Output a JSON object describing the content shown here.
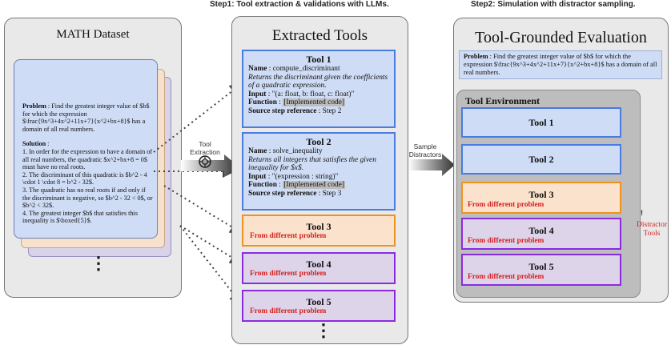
{
  "steps": {
    "step1": "Step1:  Tool extraction & validations with LLMs.",
    "step2": "Step2:  Simulation with distractor sampling."
  },
  "math_panel": {
    "title": "MATH Dataset",
    "problem_label": "Problem",
    "problem_text": " : Find the greatest integer value of $b$ for which the expression $\\frac{9x^3+4x^2+11x+7}{x^2+bx+8}$ has a domain of all real numbers.",
    "solution_label": "Solution",
    "solution_colon": " :",
    "solution_lines": [
      "1. In order for the expression to have a domain of all real numbers, the quadratic $x^2+bx+8 = 0$ must have no real roots.",
      "2. The discriminant of this quadratic is $b^2 - 4 \\cdot 1 \\cdot 8 = b^2 - 32$.",
      "3. The quadratic has no real roots if and only if the discriminant is negative, so $b^2 - 32 < 0$, or $b^2 < 32$.",
      "4. The greatest integer $b$ that satisfies this inequality is $\\boxed{5}$."
    ],
    "more": "⋮"
  },
  "arrows": {
    "extraction_label_1": "Tool",
    "extraction_label_2": "Extraction",
    "distractor_label_1": "Sample",
    "distractor_label_2": "Distractors"
  },
  "extracted_panel": {
    "title": "Extracted Tools",
    "tool1": {
      "title": "Tool 1",
      "name_label": "Name",
      "name_value": " : compute_discriminant",
      "desc": "Returns the discriminant given the coefficients of a quadratic expression.",
      "input_label": "Input",
      "input_value": " : \"(a: float, b: float, c: float)\"",
      "function_label": "Function",
      "function_sep": " : ",
      "function_value": "[Implemented code]",
      "source_label": "Source step reference",
      "source_value": " : Step 2"
    },
    "tool2": {
      "title": "Tool 2",
      "name_label": "Name",
      "name_value": " : solve_inequality",
      "desc": "Returns all integers that satisfies the given inequality for $x$.",
      "input_label": "Input",
      "input_value": " : \"(expression : string)\"",
      "function_label": "Function",
      "function_sep": " : ",
      "function_value": "[Implemented code]",
      "source_label": "Source step reference",
      "source_value": " : Step 3"
    },
    "tool3": {
      "title": "Tool 3",
      "sub": "From different problem"
    },
    "tool4": {
      "title": "Tool 4",
      "sub": "From different problem"
    },
    "tool5": {
      "title": "Tool 5",
      "sub": "From different problem"
    },
    "more": "⋮"
  },
  "eval_panel": {
    "title": "Tool-Grounded Evaluation",
    "problem_label": "Problem",
    "problem_text": " : Find the greatest integer value of $b$ for which the expression $\\frac{9x^3+4x^2+11x+7}{x^2+bx+8}$ has a domain of all real numbers.",
    "env_title": "Tool Environment",
    "tools": [
      {
        "title": "Tool 1",
        "sub": ""
      },
      {
        "title": "Tool 2",
        "sub": ""
      },
      {
        "title": "Tool 3",
        "sub": "From different problem"
      },
      {
        "title": "Tool 4",
        "sub": "From different problem"
      },
      {
        "title": "Tool 5",
        "sub": "From different problem"
      }
    ],
    "distractor_label_1": "Distractor",
    "distractor_label_2": "Tools",
    "warning_glyph": "!"
  },
  "colors": {
    "blue": "#4a7be0",
    "orange": "#f0921e",
    "purple": "#8a2be2",
    "red": "#d62020"
  }
}
